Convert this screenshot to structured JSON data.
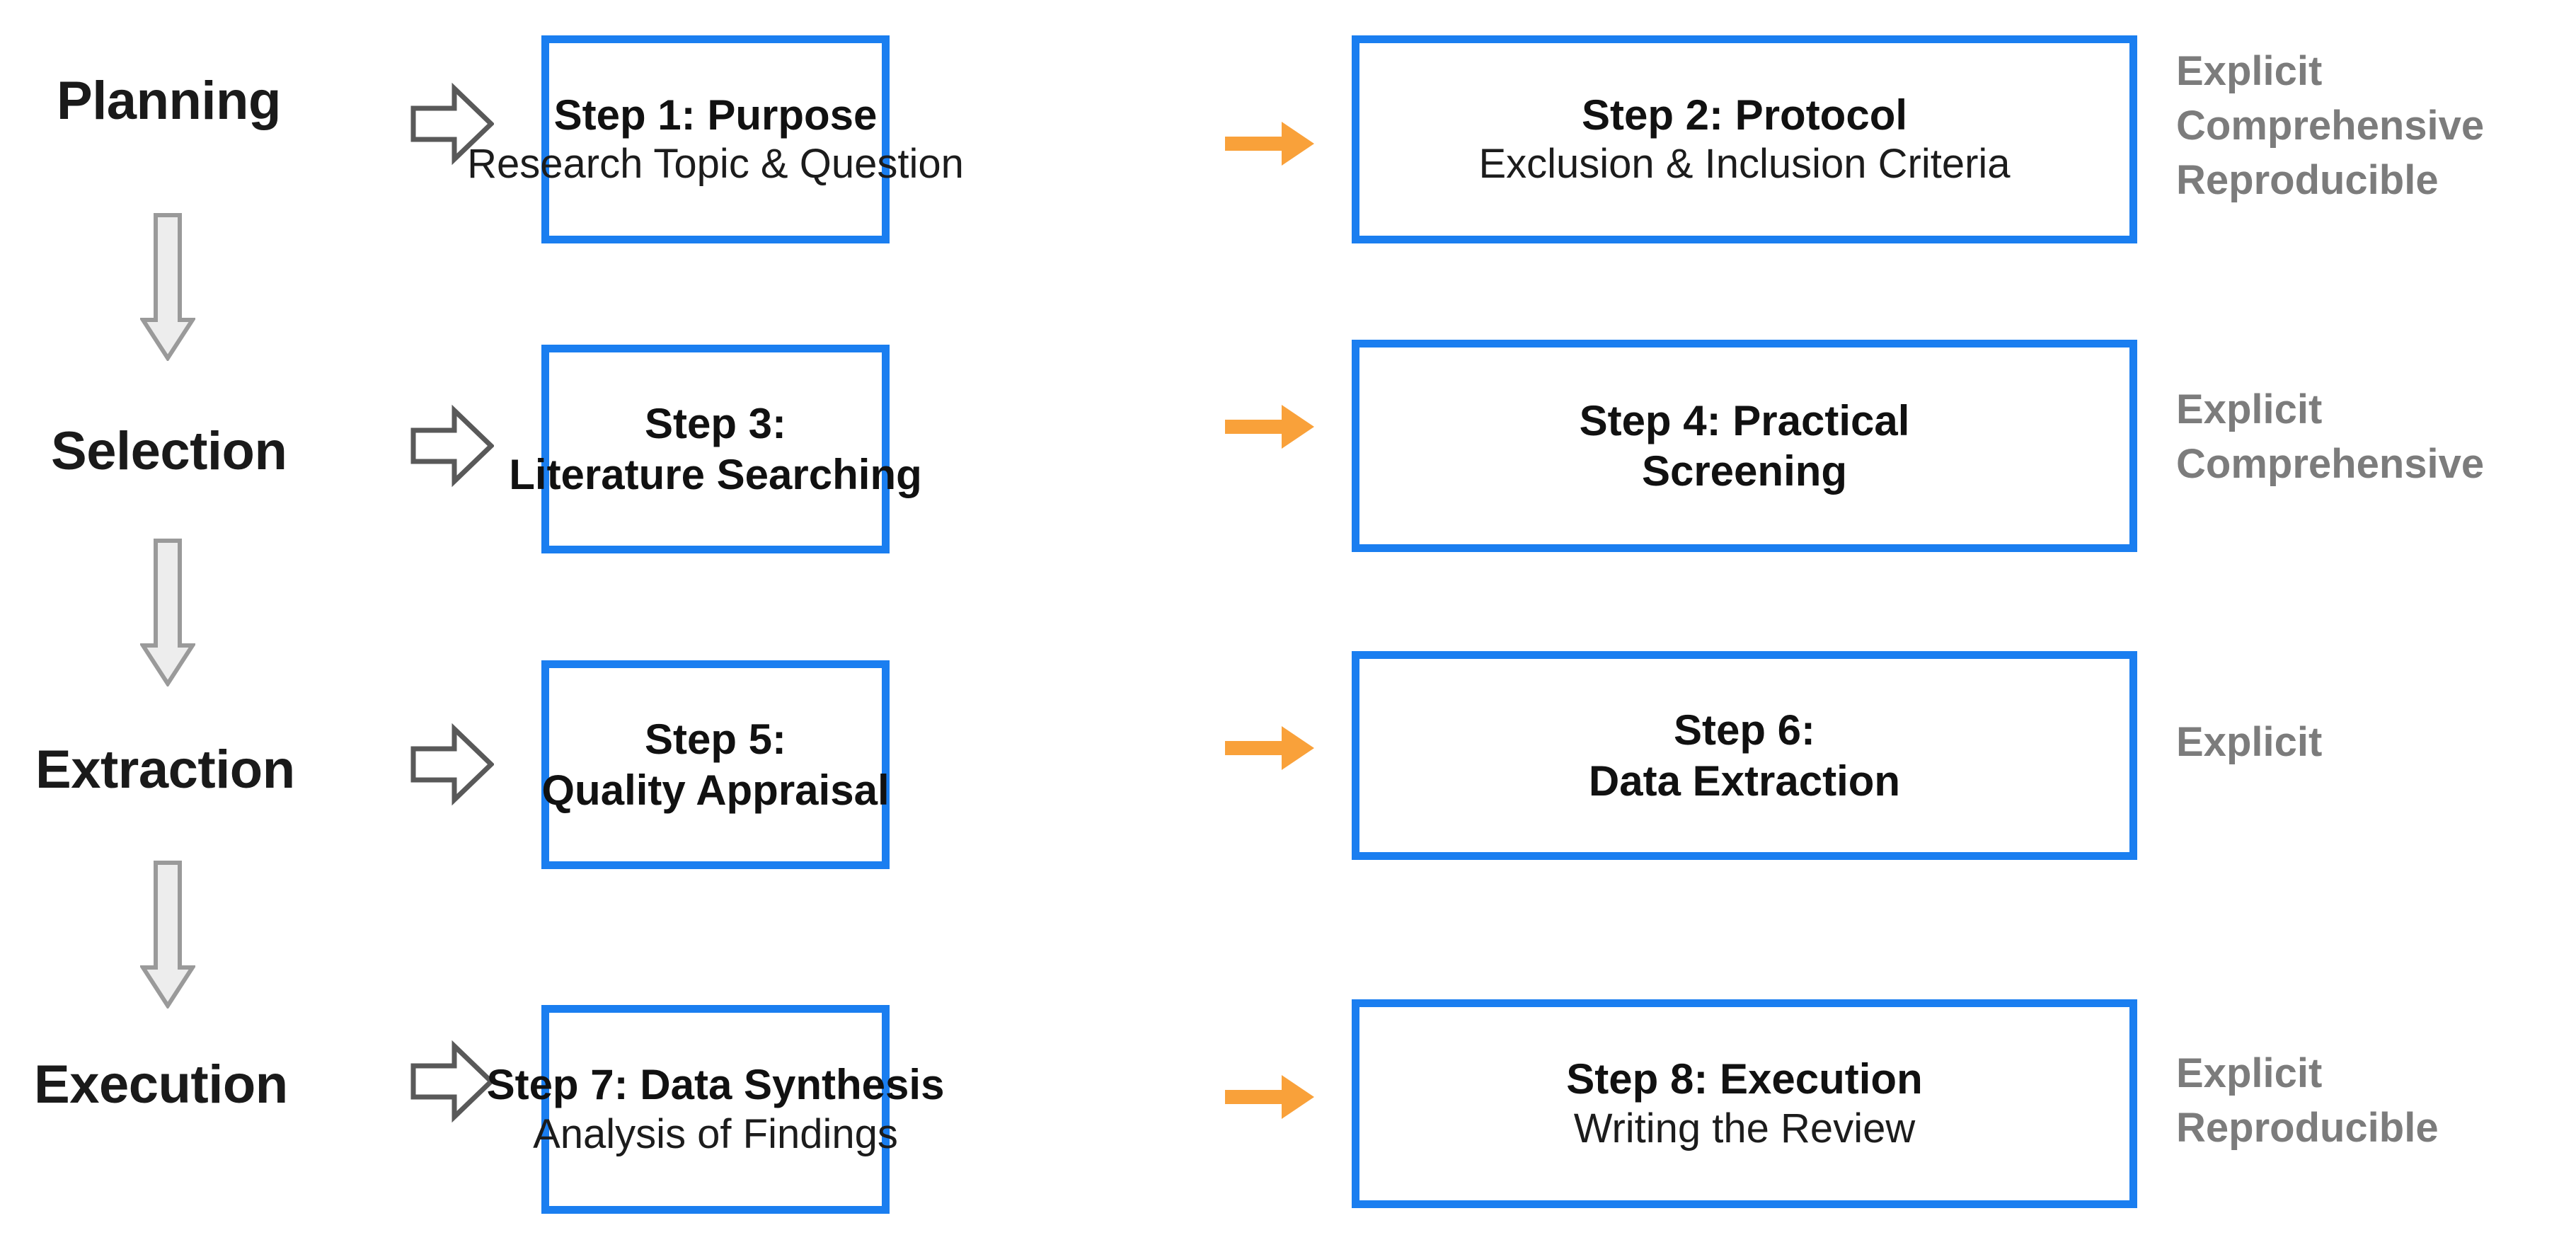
{
  "diagram": {
    "title": "Eight-step systematic literature review process",
    "colors": {
      "box_border": "#1a7ef0",
      "connector_arrow": "#F9A13A",
      "phase_label_text": "#1a1a1a",
      "annotation_text": "#7c7c7c",
      "block_arrow_outline": "#555555",
      "down_arrow_fill": "#ededed",
      "background": "#ffffff"
    },
    "phases": [
      {
        "label": "Planning",
        "phase_arrow_icon": "right-block-arrow-icon",
        "steps": [
          {
            "title": "Step 1: Purpose",
            "subtitle": "Research Topic & Question",
            "subtitle_bold": false
          },
          {
            "title": "Step 2: Protocol",
            "subtitle": "Exclusion & Inclusion Criteria",
            "subtitle_bold": false
          }
        ],
        "connector_icon": "orange-right-arrow-icon",
        "annotations": [
          "Explicit",
          "Comprehensive",
          "Reproducible"
        ]
      },
      {
        "label": "Selection",
        "phase_arrow_icon": "right-block-arrow-icon",
        "steps": [
          {
            "title": "Step 3:",
            "subtitle": "Literature Searching",
            "subtitle_bold": true
          },
          {
            "title": "Step 4: Practical",
            "subtitle": "Screening",
            "subtitle_bold": true
          }
        ],
        "connector_icon": "orange-right-arrow-icon",
        "annotations": [
          "Explicit",
          "Comprehensive"
        ]
      },
      {
        "label": "Extraction",
        "phase_arrow_icon": "right-block-arrow-icon",
        "steps": [
          {
            "title": "Step 5:",
            "subtitle": "Quality Appraisal",
            "subtitle_bold": true
          },
          {
            "title": "Step 6:",
            "subtitle": "Data Extraction",
            "subtitle_bold": true
          }
        ],
        "connector_icon": "orange-right-arrow-icon",
        "annotations": [
          "Explicit"
        ]
      },
      {
        "label": "Execution",
        "phase_arrow_icon": "right-block-arrow-icon",
        "steps": [
          {
            "title": "Step 7: Data Synthesis",
            "subtitle": "Analysis of Findings",
            "subtitle_bold": false
          },
          {
            "title": "Step 8: Execution",
            "subtitle": "Writing the Review",
            "subtitle_bold": false
          }
        ],
        "connector_icon": "orange-right-arrow-icon",
        "annotations": [
          "Explicit",
          "Reproducible"
        ]
      }
    ],
    "flow_connectors": [
      {
        "icon": "down-arrow-icon",
        "from": "Planning",
        "to": "Selection"
      },
      {
        "icon": "down-arrow-icon",
        "from": "Selection",
        "to": "Extraction"
      },
      {
        "icon": "down-arrow-icon",
        "from": "Extraction",
        "to": "Execution"
      }
    ]
  }
}
